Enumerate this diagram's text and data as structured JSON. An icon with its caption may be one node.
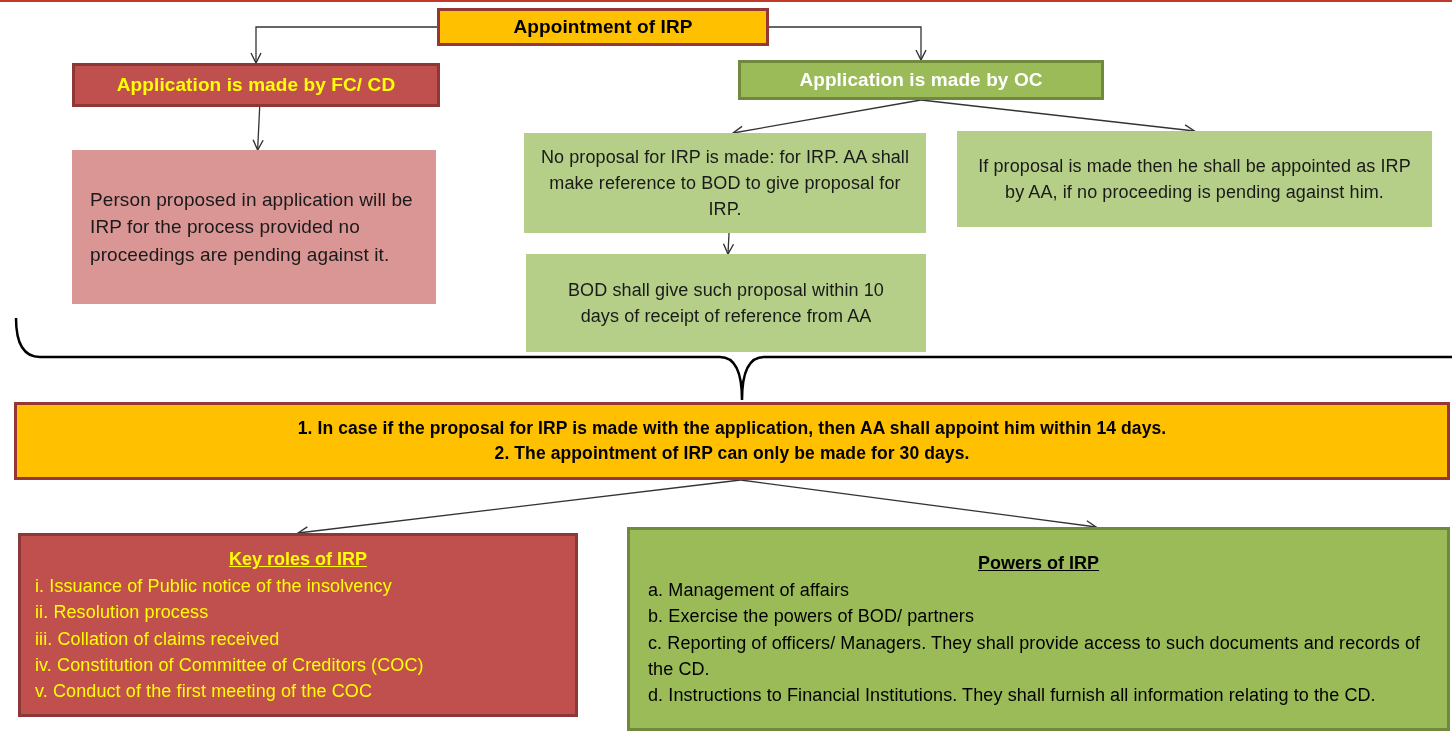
{
  "diagram": {
    "nodes": [
      {
        "text": [
          "Appointment of IRP"
        ]
      },
      {
        "text": [
          "Application is made by FC/ CD"
        ]
      },
      {
        "text": [
          "Application is made by OC"
        ]
      },
      {
        "text": [
          "Person proposed in application will be IRP for the process provided no proceedings are pending against it."
        ]
      },
      {
        "text": [
          "No proposal for IRP is made: for IRP. AA shall make reference to BOD to give proposal for IRP."
        ]
      },
      {
        "text": [
          "If proposal is made then he shall be appointed as IRP by AA, if no proceeding is pending against him."
        ]
      },
      {
        "text": [
          "BOD shall give such proposal within 10 days of receipt of reference from AA"
        ]
      },
      {
        "text": [
          "1. In case if the proposal for IRP is made with the application, then AA shall appoint him within 14 days.",
          "2. The appointment of IRP can only be made for 30 days."
        ]
      },
      {
        "text": [
          "Key roles of IRP",
          "i. Issuance of Public notice of the insolvency",
          "ii. Resolution process",
          "iii. Collation of claims received",
          "iv. Constitution of Committee of Creditors (COC)",
          "v. Conduct of the first meeting of the COC"
        ]
      },
      {
        "text": [
          "Powers of IRP",
          "a. Management of affairs",
          "b. Exercise the powers of BOD/ partners",
          "c. Reporting of officers/ Managers. They shall provide access to such documents and records of the CD.",
          "d. Instructions to Financial Institutions. They shall furnish all information relating to the CD."
        ]
      }
    ],
    "edges": [
      {
        "from": 0,
        "to": 1,
        "arrow": "to"
      },
      {
        "from": 0,
        "to": 2,
        "arrow": "to"
      },
      {
        "from": 1,
        "to": 3,
        "arrow": "to"
      },
      {
        "from": 2,
        "to": 4,
        "arrow": "to"
      },
      {
        "from": 2,
        "to": 5,
        "arrow": "to"
      },
      {
        "from": 4,
        "to": 6,
        "arrow": "to"
      },
      {
        "from": 7,
        "to": 8,
        "arrow": "to"
      },
      {
        "from": 7,
        "to": 9,
        "arrow": "to"
      }
    ]
  }
}
